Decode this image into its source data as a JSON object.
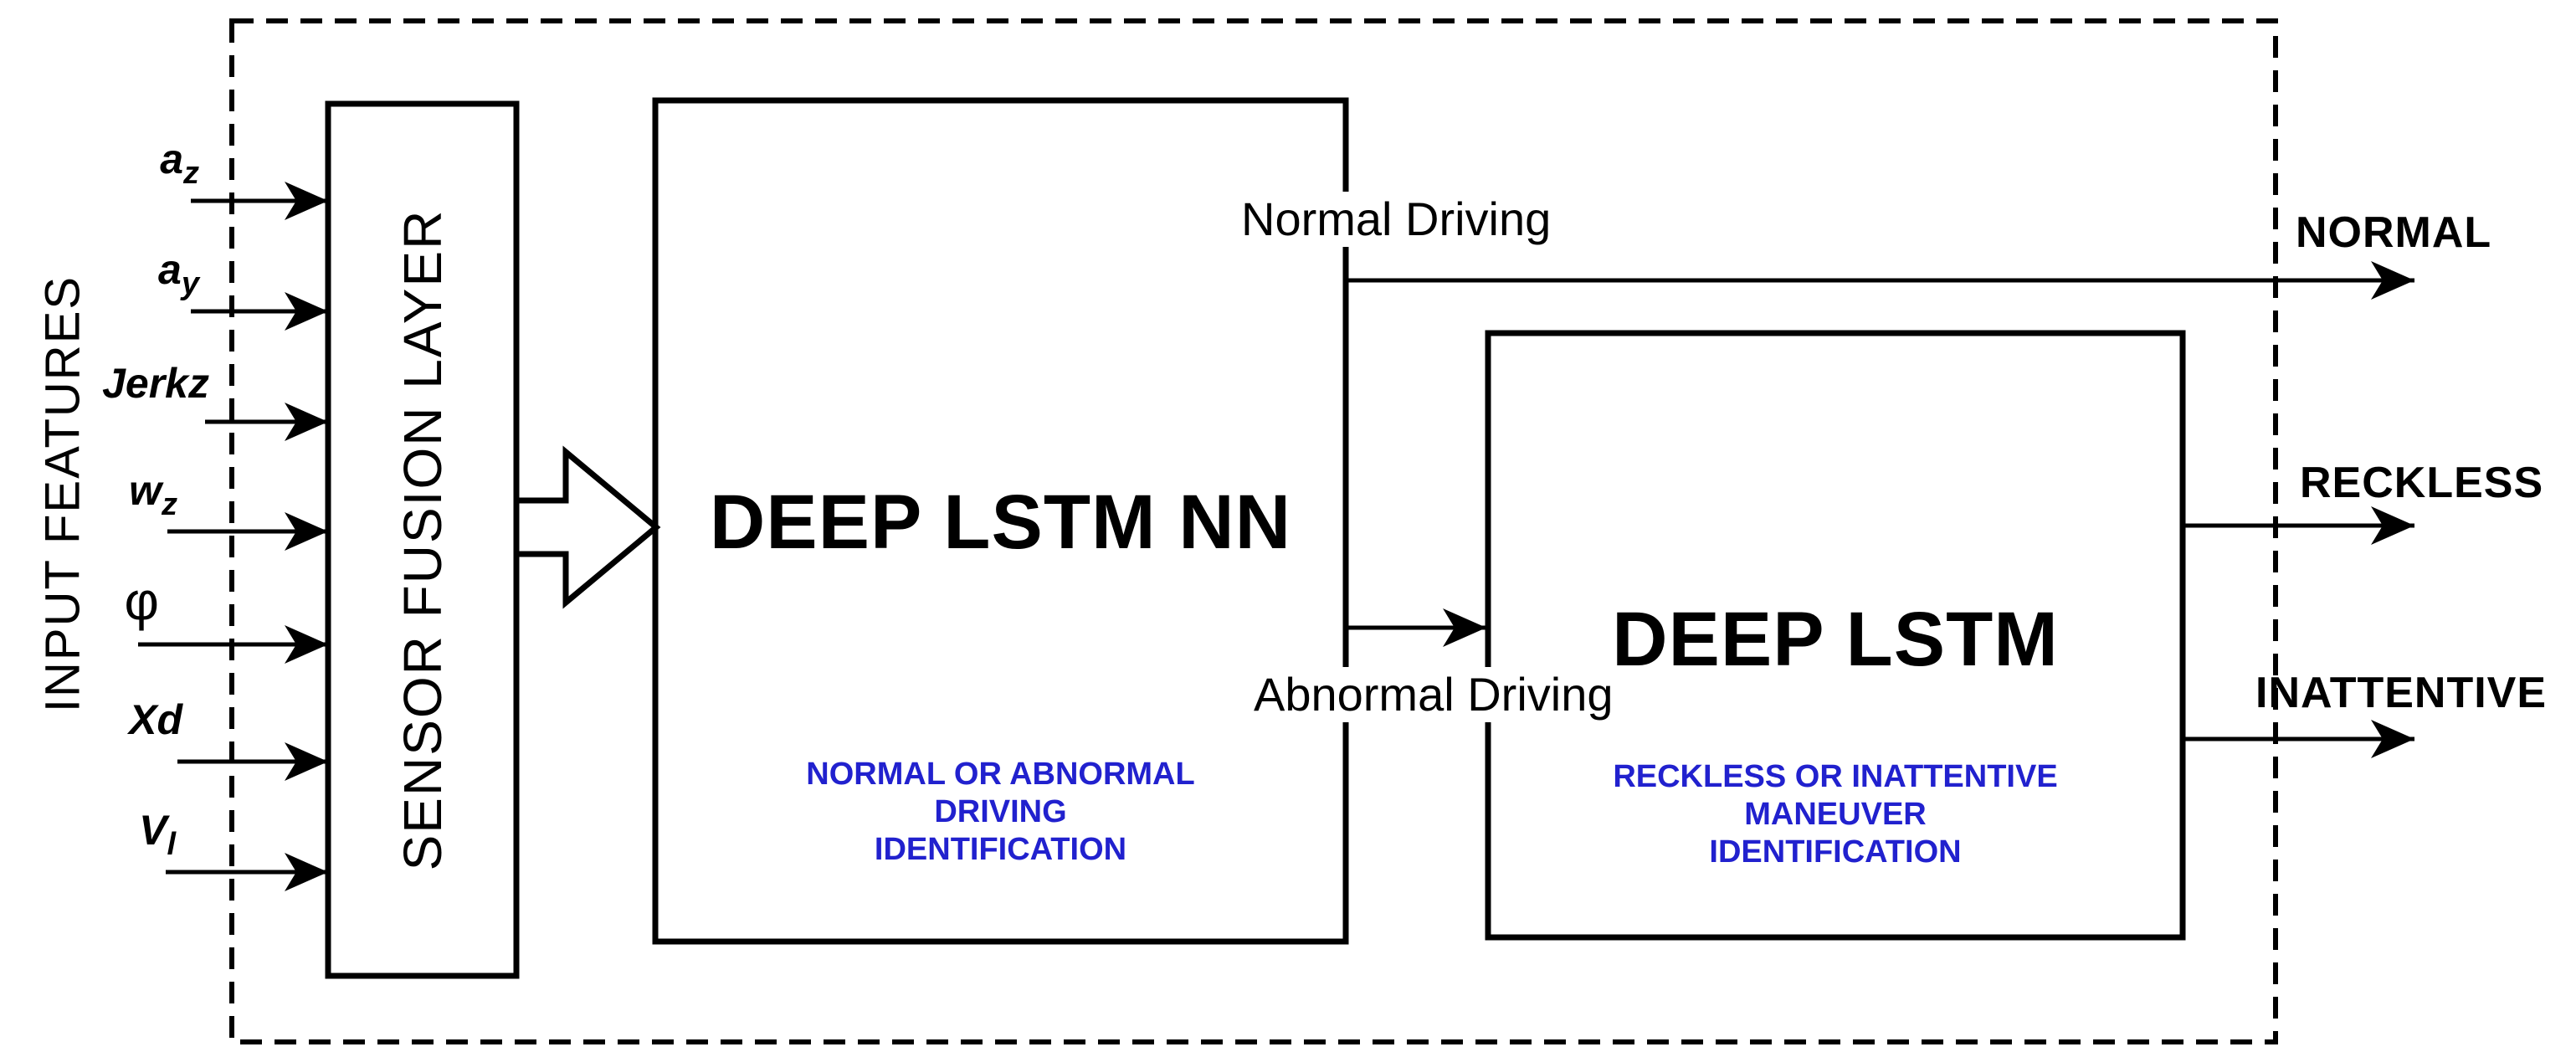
{
  "diagram": {
    "left_axis_title": "INPUT FEATURES",
    "sensor_box_title": "SENSOR FUSION LAYER",
    "inputs": [
      {
        "main": "a",
        "sub": "z"
      },
      {
        "main": "a",
        "sub": "y"
      },
      {
        "main": "Jerkz",
        "sub": ""
      },
      {
        "main": "w",
        "sub": "z"
      },
      {
        "main": "φ",
        "sub": ""
      },
      {
        "main": "Xd",
        "sub": ""
      },
      {
        "main": "V",
        "sub": "l"
      }
    ],
    "nn_box": {
      "title": "DEEP LSTM NN",
      "caption_line1": "NORMAL OR ABNORMAL",
      "caption_line2": "DRIVING",
      "caption_line3": "IDENTIFICATION"
    },
    "lstm_box": {
      "title": "DEEP LSTM",
      "caption_line1": "RECKLESS OR INATTENTIVE",
      "caption_line2": "MANEUVER",
      "caption_line3": "IDENTIFICATION"
    },
    "edge_labels": {
      "normal": "Normal Driving",
      "abnormal": "Abnormal Driving"
    },
    "outputs": {
      "normal": "NORMAL",
      "reckless": "RECKLESS",
      "inattentive": "INATTENTIVE"
    },
    "colors": {
      "caption_blue": "#2121CE",
      "line_black": "#000000"
    }
  }
}
